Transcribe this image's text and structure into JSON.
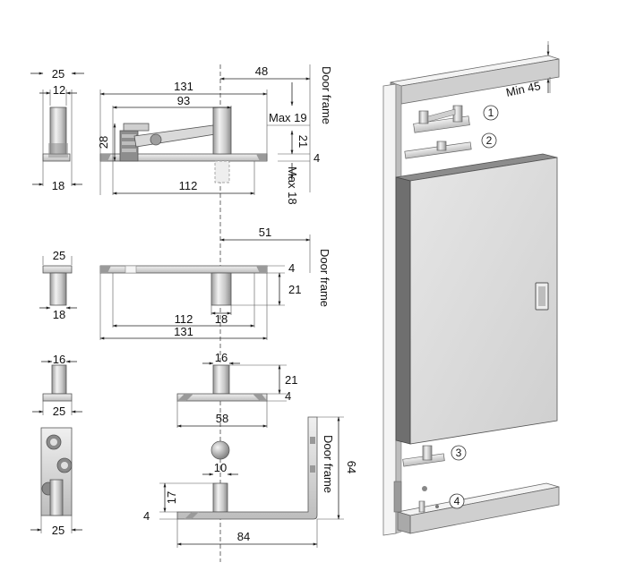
{
  "labels": {
    "door_frame": "Door frame",
    "min": "Min 45",
    "max19": "Max 19",
    "max18": "Max 18"
  },
  "dims": {
    "d25a": "25",
    "d12": "12",
    "d18a": "18",
    "d48": "48",
    "d131a": "131",
    "d93": "93",
    "d28": "28",
    "d21a": "21",
    "d4a": "4",
    "d112a": "112",
    "d25b": "25",
    "d18b": "18",
    "d51": "51",
    "d4b": "4",
    "d21b": "21",
    "d112b": "112",
    "d18c": "18",
    "d131b": "131",
    "d16a": "16",
    "d25c": "25",
    "d16b": "16",
    "d21c": "21",
    "d4c": "4",
    "d58": "58",
    "d25d": "25",
    "d10": "10",
    "d17": "17",
    "d4d": "4",
    "d84": "84",
    "d64": "64"
  },
  "callouts": [
    "1",
    "2",
    "3",
    "4"
  ],
  "colors": {
    "metal_light": "#e8e8e8",
    "metal_mid": "#c9c9c9",
    "metal_dark": "#8f8f8f",
    "door_panel": "#dcdcdc",
    "door_edge": "#555555"
  }
}
